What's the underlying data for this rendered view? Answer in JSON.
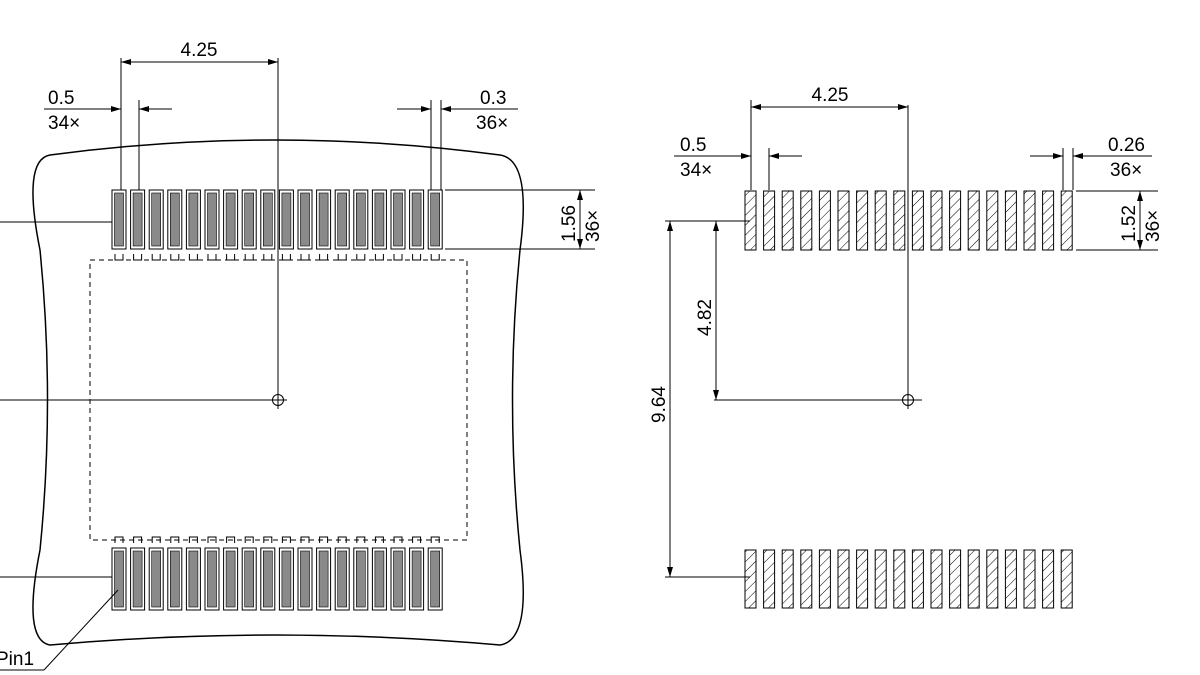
{
  "left_view": {
    "pitch_value": "0.5",
    "pitch_count": "34×",
    "span_value": "4.25",
    "pad_width_value": "0.3",
    "pad_width_count": "36×",
    "pad_length_value": "1.56",
    "pad_length_count": "36×",
    "pin1_label": "Pin1"
  },
  "right_view": {
    "pitch_value": "0.5",
    "pitch_count": "34×",
    "span_value": "4.25",
    "pad_width_value": "0.26",
    "pad_width_count": "36×",
    "pad_length_value": "1.52",
    "pad_length_count": "36×",
    "half_height_value": "4.82",
    "full_height_value": "9.64"
  },
  "colors": {
    "pad_fill": "#8a8a8a",
    "line": "#000000",
    "background": "#ffffff"
  }
}
